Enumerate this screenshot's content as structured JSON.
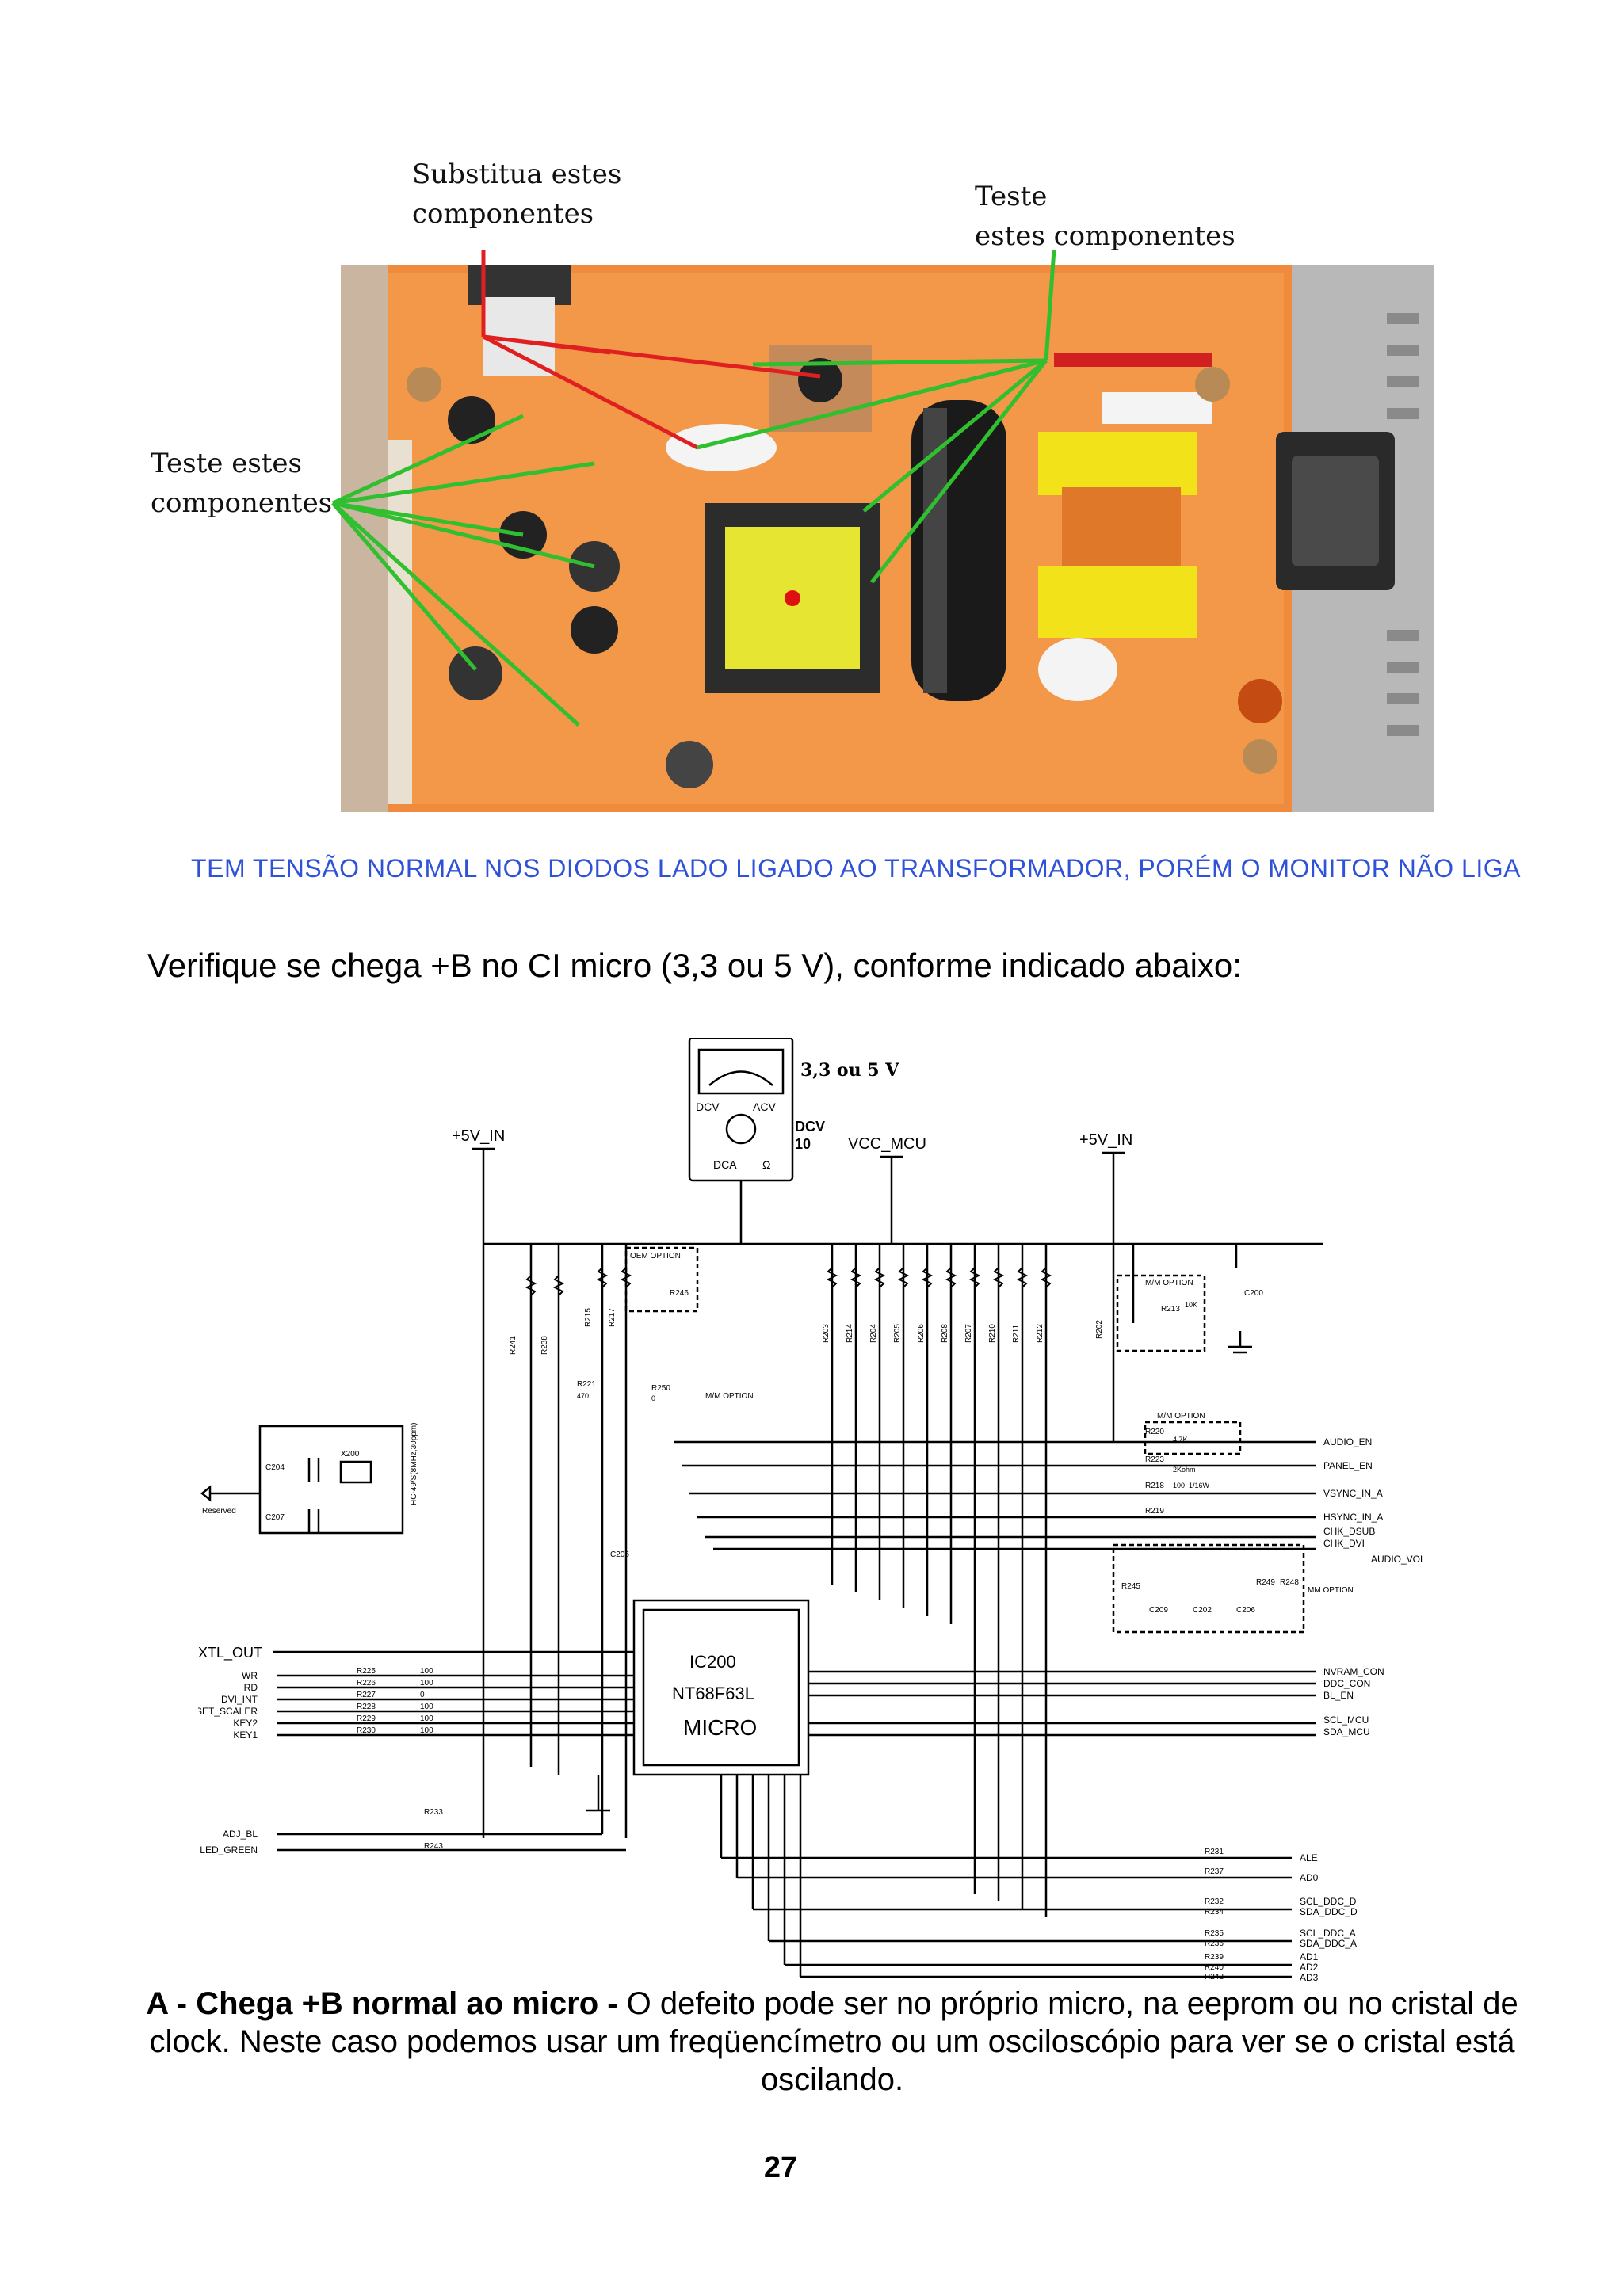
{
  "photo": {
    "annotations": {
      "replace": [
        "Substitua estes",
        "componentes"
      ],
      "test_right": [
        "Teste",
        "estes componentes"
      ],
      "test_left": [
        "Teste estes",
        "componentes"
      ]
    }
  },
  "caption": "TEM TENSÃO NORMAL NOS DIODOS LADO LIGADO AO TRANSFORMADOR, PORÉM O MONITOR NÃO LIGA",
  "intro": "Verifique se chega +B no CI micro (3,3 ou 5 V), conforme indicado abaixo:",
  "schematic": {
    "meter": {
      "reading": "3,3 ou 5 V",
      "range_mode": "DCV",
      "range_value": "10",
      "dcv": "DCV",
      "acv": "ACV",
      "dca": "DCA",
      "ohm": "Ω"
    },
    "rails": {
      "left_5v": "+5V_IN",
      "vcc_mcu": "VCC_MCU",
      "right_5v": "+5V_IN"
    },
    "ic": {
      "ref": "IC200",
      "part": "NT68F63L",
      "name": "MICRO"
    },
    "labels": {
      "oem_option": "OEM OPTION",
      "mm_option_1": "M/M OPTION",
      "mm_option_2": "M/M OPTION",
      "mm_option_3": "M/M OPTION",
      "mm_option_4": "MM OPTION",
      "reserved": "Reserved",
      "xtal_ref": "X200",
      "xtal_spec": "HC-49/S(8MHz,30ppm)"
    },
    "outputs_right": [
      "AUDIO_EN",
      "PANEL_EN",
      "VSYNC_IN_A",
      "HSYNC_IN_A",
      "CHK_DSUB",
      "CHK_DVI",
      "AUDIO_VOL",
      "NVRAM_CON",
      "DDC_CON",
      "BL_EN",
      "SCL_MCU",
      "SDA_MCU",
      "ALE",
      "AD0",
      "SCL_DDC_D",
      "SDA_DDC_D",
      "SCL_DDC_A",
      "SDA_DDC_A",
      "AD1",
      "AD2",
      "AD3"
    ],
    "inputs_left": [
      "XTL_OUT",
      "WR",
      "RD",
      "DVI_INT",
      "RESET_SCALER",
      "KEY2",
      "KEY1",
      "ADJ_BL",
      "LED_GREEN"
    ],
    "resistors_top": [
      "R203",
      "R214",
      "R204",
      "R205",
      "R206",
      "R208",
      "R207",
      "R210",
      "R211",
      "R212"
    ],
    "resistors_left": [
      "R225",
      "R226",
      "R227",
      "R228",
      "R229",
      "R230"
    ],
    "resistor_values_left": [
      "100",
      "100",
      "0",
      "100",
      "100",
      "100"
    ],
    "misc": {
      "r241": "R241",
      "r238": "R238",
      "r215": "R215",
      "r217": "R217",
      "r221": "R221",
      "r250": "R250",
      "r246": "R246",
      "r202": "R202",
      "r213": "R213",
      "r220": "R220",
      "r223": "R223",
      "r218": "R218",
      "r219": "R219",
      "r245": "R245",
      "r249": "R249",
      "r248": "R248",
      "r233": "R233",
      "r243": "R243",
      "r231": "R231",
      "r237": "R237",
      "r232": "R232",
      "r234": "R234",
      "r235": "R235",
      "r236": "R236",
      "r239": "R239",
      "r240": "R240",
      "r242": "R242",
      "c204": "C204",
      "c207": "C207",
      "c205": "C205",
      "c200": "C200",
      "c209": "C209",
      "c202": "C202",
      "c206": "C206",
      "v_4k7": "4.7K",
      "v_10k": "10K",
      "v_2k": "2Kohm",
      "v_470": "470",
      "v_100": "100",
      "v_0": "0",
      "v_1_16w": "1/16W"
    }
  },
  "conclusion": {
    "bold": "A - Chega +B normal ao micro -",
    "text": " O defeito pode ser no próprio micro, na eeprom ou no cristal de clock. Neste caso podemos usar um freqüencímetro ou um osciloscópio para ver se o cristal está oscilando."
  },
  "page_number": "27"
}
